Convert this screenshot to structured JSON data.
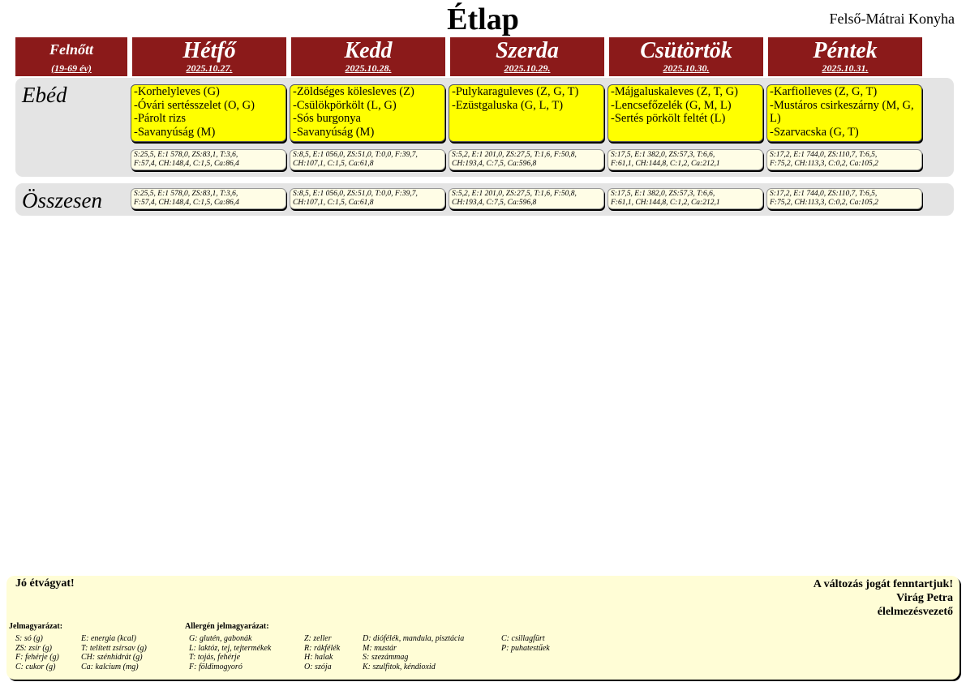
{
  "title": "Étlap",
  "organization": "Felső-Mátrai Konyha",
  "header": {
    "group": "Felnőtt",
    "age": "(19-69 év)",
    "days": [
      {
        "name": "Hétfő",
        "date": "2025.10.27."
      },
      {
        "name": "Kedd",
        "date": "2025.10.28."
      },
      {
        "name": "Szerda",
        "date": "2025.10.29."
      },
      {
        "name": "Csütörtök",
        "date": "2025.10.30."
      },
      {
        "name": "Péntek",
        "date": "2025.10.31."
      }
    ]
  },
  "lunch": {
    "label": "Ebéd",
    "days": [
      {
        "items": [
          "-Korhelyleves (G)",
          "-Óvári sertésszelet (O, G)",
          "-Párolt rizs",
          "-Savanyúság (M)"
        ],
        "nutrition": [
          "S:25,5, E:1 578,0, ZS:83,1, T:3,6,",
          "F:57,4, CH:148,4, C:1,5, Ca:86,4"
        ]
      },
      {
        "items": [
          "-Zöldséges kölesleves (Z)",
          "-Csülökpörkölt (L, G)",
          "-Sós burgonya",
          "-Savanyúság (M)"
        ],
        "nutrition": [
          "S:8,5, E:1 056,0, ZS:51,0, T:0,0, F:39,7,",
          "CH:107,1, C:1,5, Ca:61,8"
        ]
      },
      {
        "items": [
          "-Pulykaraguleves (Z, G, T)",
          "-Ezüstgaluska (G, L, T)"
        ],
        "nutrition": [
          "S:5,2, E:1 201,0, ZS:27,5, T:1,6, F:50,8,",
          "CH:193,4, C:7,5, Ca:596,8"
        ]
      },
      {
        "items": [
          "-Májgaluskaleves (Z, T, G)",
          "-Lencsefőzelék (G, M, L)",
          "-Sertés pörkölt feltét (L)"
        ],
        "nutrition": [
          "S:17,5, E:1 382,0, ZS:57,3, T:6,6,",
          "F:61,1, CH:144,8, C:1,2, Ca:212,1"
        ]
      },
      {
        "items": [
          "-Karfiolleves (Z, G, T)",
          "-Mustáros csirkeszárny (M, G, L)",
          "-Szarvacska (G, T)"
        ],
        "nutrition": [
          "S:17,2, E:1 744,0, ZS:110,7, T:6,5,",
          "F:75,2, CH:113,3, C:0,2, Ca:105,2"
        ]
      }
    ]
  },
  "total": {
    "label": "Összesen",
    "days": [
      [
        "S:25,5, E:1 578,0, ZS:83,1, T:3,6,",
        "F:57,4, CH:148,4, C:1,5, Ca:86,4"
      ],
      [
        "S:8,5, E:1 056,0, ZS:51,0, T:0,0, F:39,7,",
        "CH:107,1, C:1,5, Ca:61,8"
      ],
      [
        "S:5,2, E:1 201,0, ZS:27,5, T:1,6, F:50,8,",
        "CH:193,4, C:7,5, Ca:596,8"
      ],
      [
        "S:17,5, E:1 382,0, ZS:57,3, T:6,6,",
        "F:61,1, CH:144,8, C:1,2, Ca:212,1"
      ],
      [
        "S:17,2, E:1 744,0, ZS:110,7, T:6,5,",
        "F:75,2, CH:113,3, C:0,2, Ca:105,2"
      ]
    ]
  },
  "footer": {
    "greeting": "Jó étvágyat!",
    "notice": "A változás jogát fenntartjuk!",
    "signer": "Virág Petra",
    "signer_role": "élelmezésvezető",
    "legend_title": "Jelmagyarázat:",
    "legend": [
      [
        "S: só (g)",
        "ZS: zsír (g)",
        "F: fehérje (g)",
        "C: cukor (g)"
      ],
      [
        "E: energia (kcal)",
        "T: telített zsírsav (g)",
        "CH: szénhidrát (g)",
        "Ca: kalcium (mg)"
      ]
    ],
    "allergen_title": "Allergén jelmagyarázat:",
    "allergens": [
      [
        "G: glutén, gabonák",
        "L: laktóz, tej, tejtermékek",
        "T: tojás, fehérje",
        "F: földimogyoró"
      ],
      [
        "Z: zeller",
        "R: rákfélék",
        "H: halak",
        "O: szója"
      ],
      [
        "D: diófélék, mandula, pisztácia",
        "M: mustár",
        "S: szezámmag",
        "K: szulfitok, kéndioxid"
      ],
      [
        "C: csillagfürt",
        "P: puhatestűek"
      ]
    ]
  },
  "colors": {
    "header_bg": "#8b1a1a",
    "meal_bg": "#ffff00",
    "band_bg": "#e4e4e4",
    "footer_bg": "#fffdd6"
  }
}
